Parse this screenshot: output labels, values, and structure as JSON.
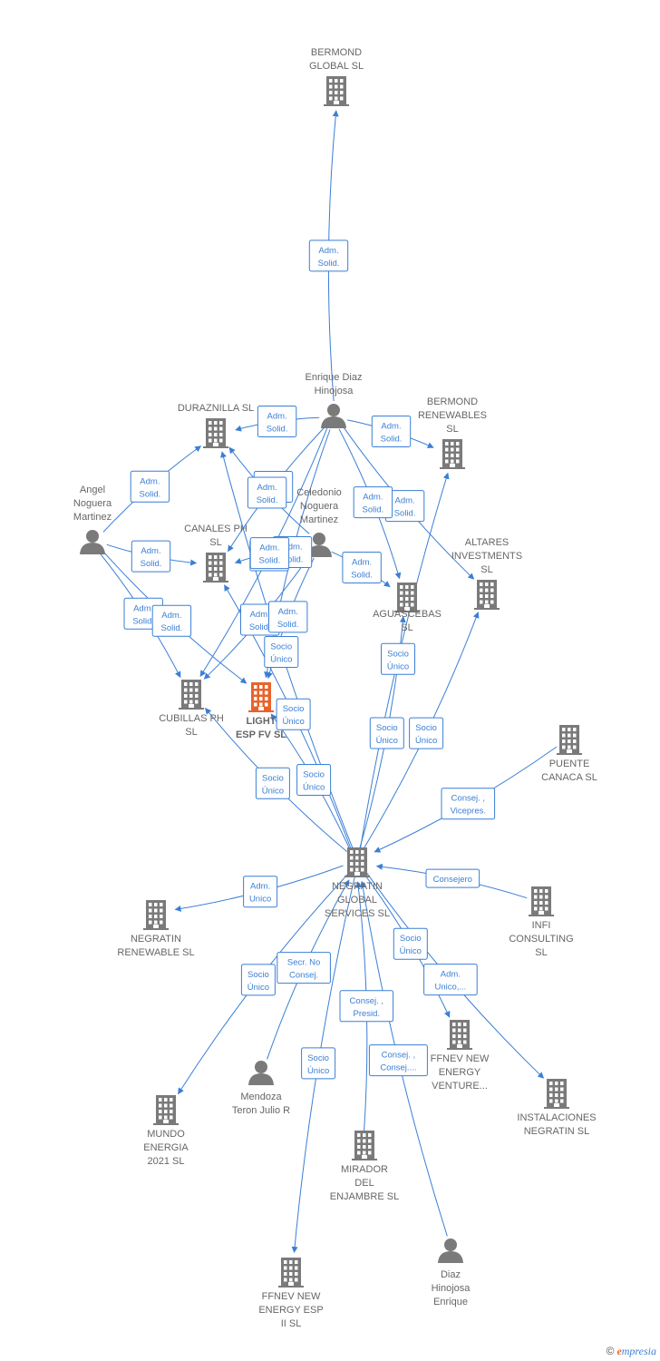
{
  "colors": {
    "edge": "#3a7fd5",
    "node": "#7a7a7a",
    "focus": "#e8632b",
    "text": "#666666"
  },
  "nodes": [
    {
      "id": "bermond",
      "type": "company",
      "label": [
        "BERMOND",
        "GLOBAL  SL"
      ]
    },
    {
      "id": "enrique",
      "type": "person",
      "label": [
        "Enrique Diaz",
        "Hinojosa"
      ]
    },
    {
      "id": "duraznilla",
      "type": "company",
      "label": [
        "DURAZNILLA  SL"
      ]
    },
    {
      "id": "bermondren",
      "type": "company",
      "label": [
        "BERMOND",
        "RENEWABLES",
        "SL"
      ]
    },
    {
      "id": "angel",
      "type": "person",
      "label": [
        "Angel",
        "Noguera",
        "Martinez"
      ]
    },
    {
      "id": "celedonio",
      "type": "person",
      "label": [
        "Celedonio",
        "Noguera",
        "Martinez"
      ]
    },
    {
      "id": "canales",
      "type": "company",
      "label": [
        "CANALES PH",
        "SL"
      ]
    },
    {
      "id": "altares",
      "type": "company",
      "label": [
        "ALTARES",
        "INVESTMENTS",
        "SL"
      ]
    },
    {
      "id": "aguascebas",
      "type": "company",
      "label": [
        "AGUASCEBAS",
        "SL"
      ]
    },
    {
      "id": "cubillas",
      "type": "company",
      "label": [
        "CUBILLAS PH",
        "SL"
      ]
    },
    {
      "id": "light",
      "type": "company",
      "focus": true,
      "label": [
        "LIGHT",
        "ESP FV  SL"
      ]
    },
    {
      "id": "puente",
      "type": "company",
      "label": [
        "PUENTE",
        "CANACA SL"
      ]
    },
    {
      "id": "negratin",
      "type": "company",
      "label": [
        "NEGRATIN",
        "GLOBAL",
        "SERVICES  SL"
      ]
    },
    {
      "id": "negratinren",
      "type": "company",
      "label": [
        "NEGRATIN",
        "RENEWABLE  SL"
      ]
    },
    {
      "id": "infi",
      "type": "company",
      "label": [
        "INFI",
        "CONSULTING",
        "SL"
      ]
    },
    {
      "id": "ffnevventure",
      "type": "company",
      "label": [
        "FFNEV NEW",
        "ENERGY",
        "VENTURE..."
      ]
    },
    {
      "id": "instalaciones",
      "type": "company",
      "label": [
        "INSTALACIONES",
        "NEGRATIN SL"
      ]
    },
    {
      "id": "mendoza",
      "type": "person",
      "label": [
        "Mendoza",
        "Teron Julio R"
      ]
    },
    {
      "id": "mundo",
      "type": "company",
      "label": [
        "MUNDO",
        "ENERGIA",
        "2021  SL"
      ]
    },
    {
      "id": "mirador",
      "type": "company",
      "label": [
        "MIRADOR",
        "DEL",
        "ENJAMBRE SL"
      ]
    },
    {
      "id": "diazenrique",
      "type": "person",
      "label": [
        "Diaz",
        "Hinojosa",
        "Enrique"
      ]
    },
    {
      "id": "ffnevesp",
      "type": "company",
      "label": [
        "FFNEV NEW",
        "ENERGY ESP",
        "II  SL"
      ]
    }
  ],
  "edges": [
    {
      "from": "enrique",
      "to": "bermond",
      "label": [
        "Adm.",
        "Solid."
      ]
    },
    {
      "from": "enrique",
      "to": "duraznilla",
      "label": [
        "Adm.",
        "Solid."
      ]
    },
    {
      "from": "enrique",
      "to": "bermondren",
      "label": [
        "Adm.",
        "Solid."
      ]
    },
    {
      "from": "enrique",
      "to": "altares",
      "label": [
        "Adm.",
        "Solid."
      ]
    },
    {
      "from": "enrique",
      "to": "aguascebas",
      "label": [
        "Adm.",
        "Solid."
      ]
    },
    {
      "from": "enrique",
      "to": "canales",
      "label": [
        "Adm.",
        "Solid."
      ]
    },
    {
      "from": "enrique",
      "to": "cubillas",
      "label": [
        "Adm.",
        "Solid."
      ]
    },
    {
      "from": "enrique",
      "to": "light",
      "label": [
        "Adm.",
        "Solid."
      ]
    },
    {
      "from": "angel",
      "to": "duraznilla",
      "label": [
        "Adm.",
        "Solid."
      ]
    },
    {
      "from": "angel",
      "to": "canales",
      "label": [
        "Adm.",
        "Solid."
      ]
    },
    {
      "from": "angel",
      "to": "cubillas",
      "label": [
        "Adm.",
        "Solid."
      ]
    },
    {
      "from": "angel",
      "to": "light",
      "label": [
        "Adm.",
        "Solid."
      ]
    },
    {
      "from": "celedonio",
      "to": "duraznilla",
      "label": [
        "Adm.",
        "Solid."
      ]
    },
    {
      "from": "celedonio",
      "to": "canales",
      "label": [
        "Adm.",
        "Solid."
      ]
    },
    {
      "from": "celedonio",
      "to": "cubillas",
      "label": [
        "Adm.",
        "Solid."
      ]
    },
    {
      "from": "celedonio",
      "to": "light",
      "label": [
        "Adm.",
        "Solid."
      ]
    },
    {
      "from": "celedonio",
      "to": "aguascebas",
      "label": [
        "Adm.",
        "Solid."
      ]
    },
    {
      "from": "negratin",
      "to": "light",
      "label": [
        "Socio",
        "Único"
      ]
    },
    {
      "from": "negratin",
      "to": "cubillas",
      "label": [
        "Socio",
        "Único"
      ]
    },
    {
      "from": "negratin",
      "to": "canales",
      "label": [
        "Socio",
        "Único"
      ]
    },
    {
      "from": "negratin",
      "to": "duraznilla",
      "label": [
        "Socio",
        "Único"
      ]
    },
    {
      "from": "negratin",
      "to": "aguascebas",
      "label": [
        "Socio",
        "Único"
      ]
    },
    {
      "from": "negratin",
      "to": "bermondren",
      "label": [
        "Socio",
        "Único"
      ]
    },
    {
      "from": "negratin",
      "to": "altares",
      "label": [
        "Socio",
        "Único"
      ]
    },
    {
      "from": "puente",
      "to": "negratin",
      "label": [
        "Consej. ,",
        "Vicepres."
      ]
    },
    {
      "from": "infi",
      "to": "negratin",
      "label": [
        "Consejero"
      ]
    },
    {
      "from": "negratin",
      "to": "negratinren",
      "label": [
        "Adm.",
        "Unico"
      ]
    },
    {
      "from": "negratin",
      "to": "mundo",
      "label": [
        "Socio",
        "Único"
      ]
    },
    {
      "from": "mendoza",
      "to": "negratin",
      "label": [
        "Secr.  No",
        "Consej."
      ]
    },
    {
      "from": "mirador",
      "to": "negratin",
      "label": [
        "Consej. ,",
        "Presid."
      ]
    },
    {
      "from": "diazenrique",
      "to": "negratin",
      "label": [
        "Consej. ,",
        "Consej...."
      ]
    },
    {
      "from": "negratin",
      "to": "ffnevesp",
      "label": [
        "Socio",
        "Único"
      ]
    },
    {
      "from": "negratin",
      "to": "ffnevventure",
      "label": [
        "Socio",
        "Único"
      ]
    },
    {
      "from": "negratin",
      "to": "instalaciones",
      "label": [
        "Adm.",
        "Unico,..."
      ]
    }
  ],
  "brand": {
    "copyright": "©",
    "initial": "e",
    "name": "mpresia"
  }
}
